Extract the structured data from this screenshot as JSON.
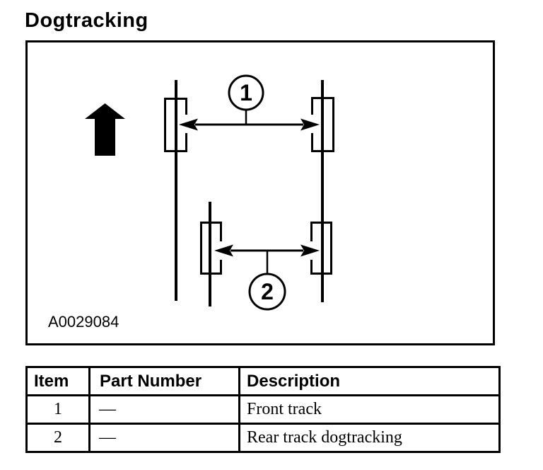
{
  "page": {
    "title": "Dogtracking",
    "background_color": "#ffffff",
    "ink_color": "#000000"
  },
  "figure": {
    "figure_id": "A0029084",
    "direction_arrow_icon": "up-arrow",
    "callouts": [
      {
        "number": "1"
      },
      {
        "number": "2"
      }
    ]
  },
  "table": {
    "headers": [
      "Item",
      "Part Number",
      "Description"
    ],
    "rows": [
      {
        "item": "1",
        "part_number": "—",
        "description": "Front track"
      },
      {
        "item": "2",
        "part_number": "—",
        "description": "Rear track dogtracking"
      }
    ]
  }
}
